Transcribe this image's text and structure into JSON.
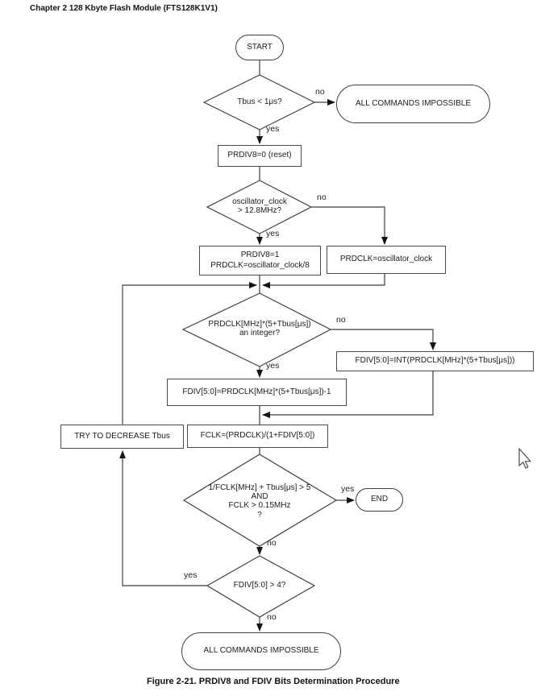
{
  "page": {
    "header": "Chapter 2 128 Kbyte Flash Module (FTS128K1V1)",
    "caption": "Figure 2-21. PRDIV8 and FDIV Bits Determination Procedure"
  },
  "flowchart": {
    "lbl_yes": "yes",
    "lbl_no": "no",
    "start": "START",
    "end": "END",
    "decision_tbus": "Tbus < 1μs?",
    "impossible_top": "ALL COMMANDS IMPOSSIBLE",
    "box_prdiv8_reset": "PRDIV8=0 (reset)",
    "decision_osc_line1": "oscillator_clock",
    "decision_osc_line2": "> 12.8MHz?",
    "box_prdiv8_1_line1": "PRDIV8=1",
    "box_prdiv8_1_line2": "PRDCLK=oscillator_clock/8",
    "box_prdclk_osc": "PRDCLK=oscillator_clock",
    "decision_integer_line1": "PRDCLK[MHz]*(5+Tbus[μs])",
    "decision_integer_line2": "an integer?",
    "box_fdiv_int": "FDIV[5:0]=INT(PRDCLK[MHz]*(5+Tbus[μs]))",
    "box_fdiv_minus1": "FDIV[5:0]=PRDCLK[MHz]*(5+Tbus[μs])-1",
    "box_fclk": "FCLK=(PRDCLK)/(1+FDIV[5:0])",
    "box_try_decrease": "TRY TO DECREASE Tbus",
    "decision_fclk_line1": "1/FCLK[MHz] + Tbus[μs] > 5",
    "decision_fclk_line2": "AND",
    "decision_fclk_line3": "FCLK > 0.15MHz",
    "decision_fclk_line4": "?",
    "decision_fdiv4": "FDIV[5:0] > 4?",
    "impossible_bottom": "ALL COMMANDS IMPOSSIBLE"
  }
}
